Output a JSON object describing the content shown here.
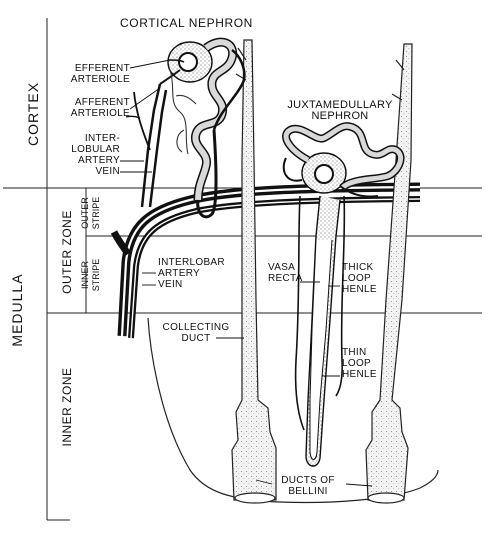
{
  "regions": {
    "cortex": "CORTEX",
    "medulla": "MEDULLA",
    "outer_zone": "OUTER ZONE",
    "inner_zone": "INNER ZONE",
    "outer_stripe": [
      "OUTER",
      "STRIPE"
    ],
    "inner_stripe": [
      "INNER",
      "STRIPE"
    ]
  },
  "titles": {
    "cortical_nephron": "CORTICAL NEPHRON",
    "juxtamedullary_nephron": [
      "JUXTAMEDULLARY",
      "NEPHRON"
    ]
  },
  "labels": {
    "efferent_arteriole": [
      "EFFERENT",
      "ARTERIOLE"
    ],
    "afferent_arteriole": [
      "AFFERENT",
      "ARTERIOLE"
    ],
    "interlobular": [
      "INTER-",
      "LOBULAR",
      "ARTERY",
      "VEIN"
    ],
    "interlobar": [
      "INTERLOBAR",
      "ARTERY",
      "VEIN"
    ],
    "collecting_duct": [
      "COLLECTING",
      "DUCT"
    ],
    "vasa_recta": [
      "VASA",
      "RECTA"
    ],
    "thick_loop": [
      "THICK",
      "LOOP",
      "HENLE"
    ],
    "thin_loop": [
      "THIN",
      "LOOP",
      "HENLE"
    ],
    "ducts_of_bellini": [
      "DUCTS OF",
      "BELLINI"
    ]
  }
}
